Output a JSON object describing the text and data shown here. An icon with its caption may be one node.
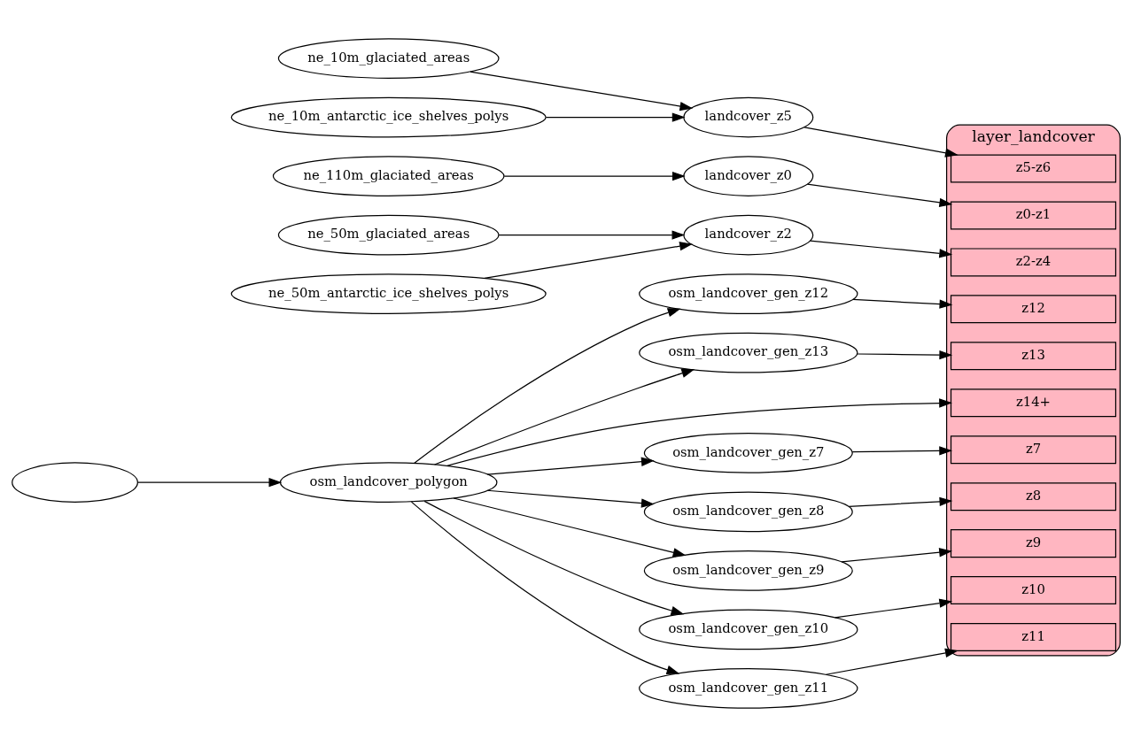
{
  "diagram": {
    "nodes": [
      {
        "text": [
          "ne_10m_glaciated_areas"
        ]
      },
      {
        "text": [
          "ne_10m_antarctic_ice_shelves_polys"
        ]
      },
      {
        "text": [
          "ne_110m_glaciated_areas"
        ]
      },
      {
        "text": [
          "ne_50m_glaciated_areas"
        ]
      },
      {
        "text": [
          "ne_50m_antarctic_ice_shelves_polys"
        ]
      },
      {
        "text": [],
        "shape": "ellipse"
      },
      {
        "text": [
          "landcover_z5"
        ]
      },
      {
        "text": [
          "landcover_z0"
        ]
      },
      {
        "text": [
          "landcover_z2"
        ]
      },
      {
        "text": [
          "osm_landcover_polygon"
        ]
      },
      {
        "text": [
          "osm_landcover_gen_z7"
        ]
      },
      {
        "text": [
          "osm_landcover_gen_z8"
        ]
      },
      {
        "text": [
          "osm_landcover_gen_z9"
        ]
      },
      {
        "text": [
          "osm_landcover_gen_z10"
        ]
      },
      {
        "text": [
          "osm_landcover_gen_z11"
        ]
      },
      {
        "text": [
          "osm_landcover_gen_z12"
        ]
      },
      {
        "text": [
          "osm_landcover_gen_z13"
        ]
      },
      {
        "text": [
          "layer_landcover"
        ]
      },
      {
        "text": [
          "z0-z1"
        ],
        "in": 17
      },
      {
        "text": [
          "z2-z4"
        ],
        "in": 17
      },
      {
        "text": [
          "z5-z6"
        ],
        "in": 17
      },
      {
        "text": [
          "z7"
        ],
        "in": 17
      },
      {
        "text": [
          "z8"
        ],
        "in": 17
      },
      {
        "text": [
          "z9"
        ],
        "in": 17
      },
      {
        "text": [
          "z10"
        ],
        "in": 17
      },
      {
        "text": [
          "z11"
        ],
        "in": 17
      },
      {
        "text": [
          "z12"
        ],
        "in": 17
      },
      {
        "text": [
          "z13"
        ],
        "in": 17
      },
      {
        "text": [
          "z14+"
        ],
        "in": 17
      }
    ],
    "edges": [
      {
        "from": 0,
        "to": 6,
        "arrow": "to"
      },
      {
        "from": 1,
        "to": 6,
        "arrow": "to"
      },
      {
        "from": 2,
        "to": 7,
        "arrow": "to"
      },
      {
        "from": 3,
        "to": 8,
        "arrow": "to"
      },
      {
        "from": 4,
        "to": 8,
        "arrow": "to"
      },
      {
        "from": 5,
        "to": 9,
        "arrow": "to"
      },
      {
        "from": 9,
        "to": 10,
        "arrow": "to"
      },
      {
        "from": 9,
        "to": 11,
        "arrow": "to"
      },
      {
        "from": 9,
        "to": 12,
        "arrow": "to"
      },
      {
        "from": 9,
        "to": 13,
        "arrow": "to"
      },
      {
        "from": 9,
        "to": 14,
        "arrow": "to"
      },
      {
        "from": 9,
        "to": 15,
        "arrow": "to"
      },
      {
        "from": 9,
        "to": 16,
        "arrow": "to"
      },
      {
        "from": 6,
        "to": 20,
        "arrow": "to"
      },
      {
        "from": 7,
        "to": 18,
        "arrow": "to"
      },
      {
        "from": 8,
        "to": 19,
        "arrow": "to"
      },
      {
        "from": 10,
        "to": 21,
        "arrow": "to"
      },
      {
        "from": 11,
        "to": 22,
        "arrow": "to"
      },
      {
        "from": 12,
        "to": 23,
        "arrow": "to"
      },
      {
        "from": 13,
        "to": 24,
        "arrow": "to"
      },
      {
        "from": 14,
        "to": 25,
        "arrow": "to"
      },
      {
        "from": 15,
        "to": 26,
        "arrow": "to"
      },
      {
        "from": 16,
        "to": 27,
        "arrow": "to"
      },
      {
        "from": 9,
        "to": 28,
        "arrow": "to"
      }
    ]
  }
}
